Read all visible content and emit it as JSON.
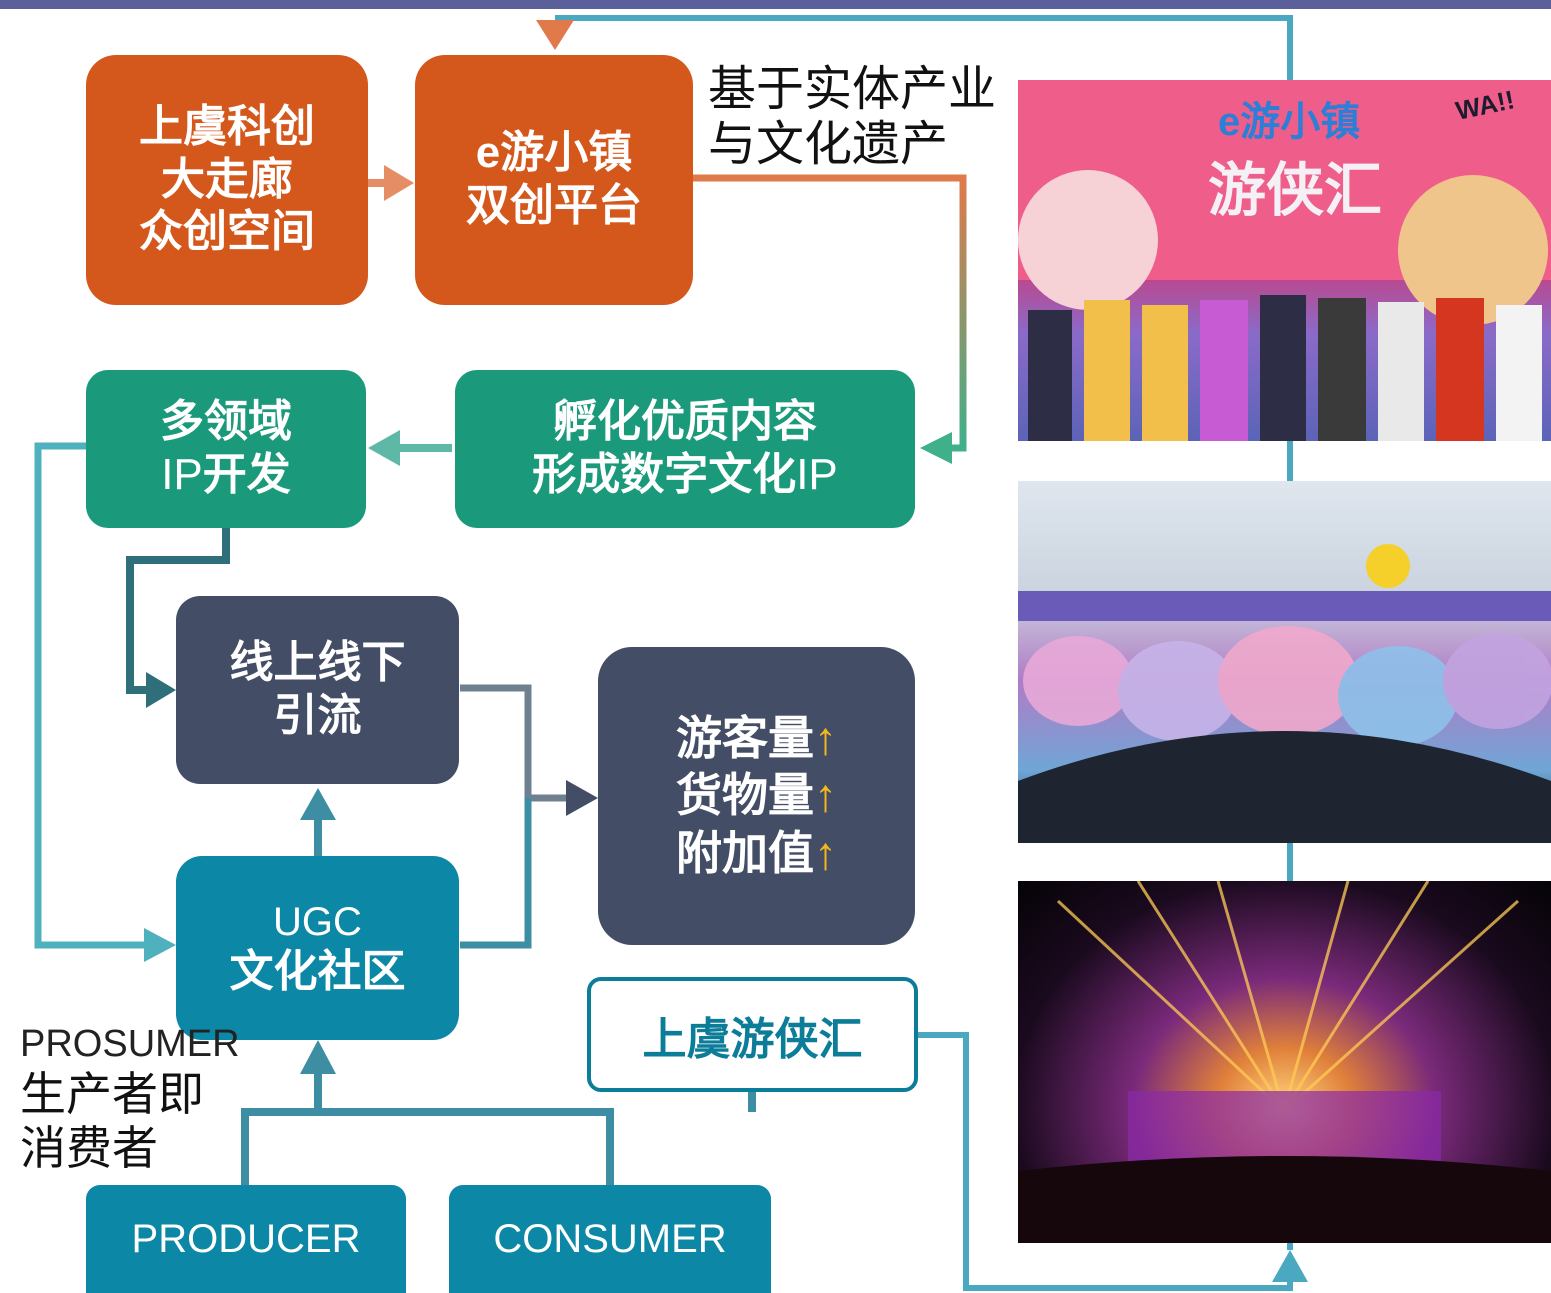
{
  "boxes": {
    "innovation_corridor": [
      "上虞科创",
      "大走廊",
      "众创空间"
    ],
    "e_town": [
      "e游小镇",
      "双创平台"
    ],
    "multi_ip": {
      "line1": "多领域",
      "line2_prefix": "IP",
      "line2_suffix": "开发"
    },
    "incubate": {
      "line1": "孵化优质内容",
      "line2_main": "形成数字文化",
      "line2_suffix": "IP"
    },
    "online_offline": [
      "线上线下",
      "引流"
    ],
    "metrics": [
      {
        "label": "游客量",
        "arrow": "↑"
      },
      {
        "label": "货物量",
        "arrow": "↑"
      },
      {
        "label": "附加值",
        "arrow": "↑"
      }
    ],
    "ugc": {
      "line1": "UGC",
      "line2": "文化社区"
    },
    "festival": "上虞游侠汇",
    "producer": "PRODUCER",
    "consumer": "CONSUMER"
  },
  "labels": {
    "industry_heritage": [
      "基于实体产业",
      "与文化遗产"
    ],
    "prosumer_en": "PROSUMER",
    "prosumer_zh": [
      "生产者即",
      "消费者"
    ]
  },
  "photos": {
    "cosplay_logo": "e游小镇",
    "cosplay_banner": "游侠汇",
    "cosplay_sticker": "WA!!"
  },
  "colors": {
    "orange": "#d4581c",
    "green": "#1a9a7a",
    "slate": "#434e66",
    "teal": "#0c87a5",
    "up_arrow": "#f3b81c",
    "top_bar": "#5b5f9a"
  }
}
